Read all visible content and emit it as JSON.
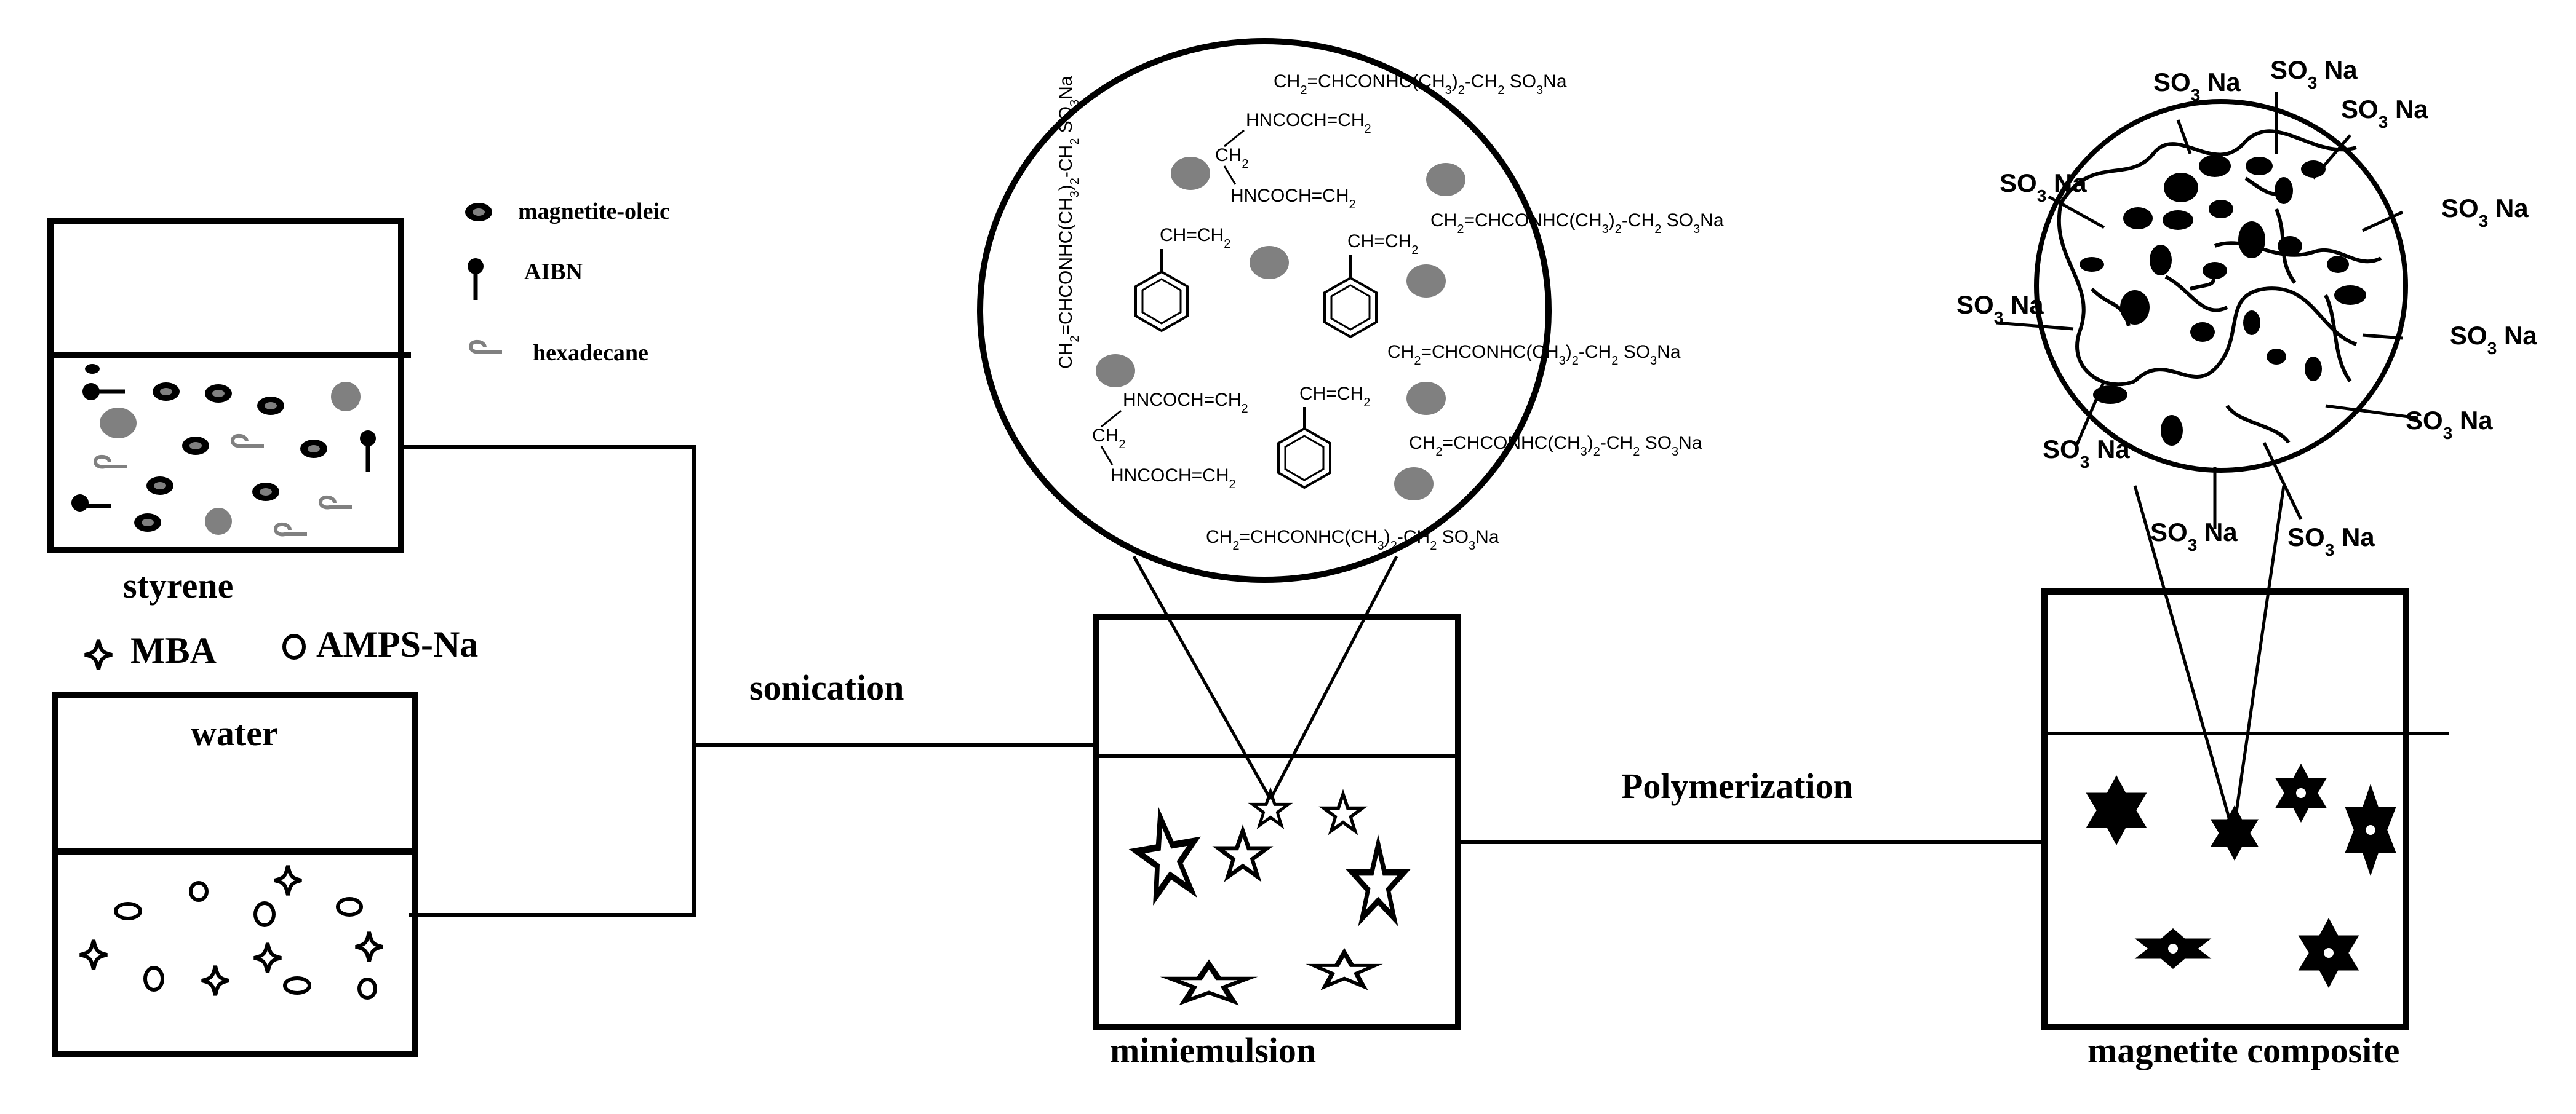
{
  "legend": {
    "magnetite_oleic": "magnetite-oleic",
    "aibn": "AIBN",
    "hexadecane": "hexadecane",
    "mba": "MBA",
    "amps_na": "AMPS-Na"
  },
  "vessels": {
    "styrene": "styrene",
    "water": "water",
    "miniemulsion": "miniemulsion",
    "magnetite_composite": "magnetite composite"
  },
  "steps": {
    "sonication": "sonication",
    "polymerization": "Polymerization"
  },
  "zoom_formulas": {
    "amps_base": "CH",
    "amps_mid": "=CHCONHC(CH",
    "amps_mid2": ")",
    "amps_tail": "-CH",
    "amps_end": "SO",
    "amps_na": "Na",
    "sub2": "2",
    "sub3": "3",
    "mba_top": "HNCOCH=CH",
    "mba_ch": "CH",
    "mba_bottom": "HNCOCH=CH",
    "styrene": "CH=CH"
  },
  "composite_labels": {
    "so3na": "Na",
    "so": "SO",
    "sub3": "3"
  },
  "colors": {
    "ink": "#000000",
    "particle_gray": "#808080",
    "background": "#ffffff"
  }
}
